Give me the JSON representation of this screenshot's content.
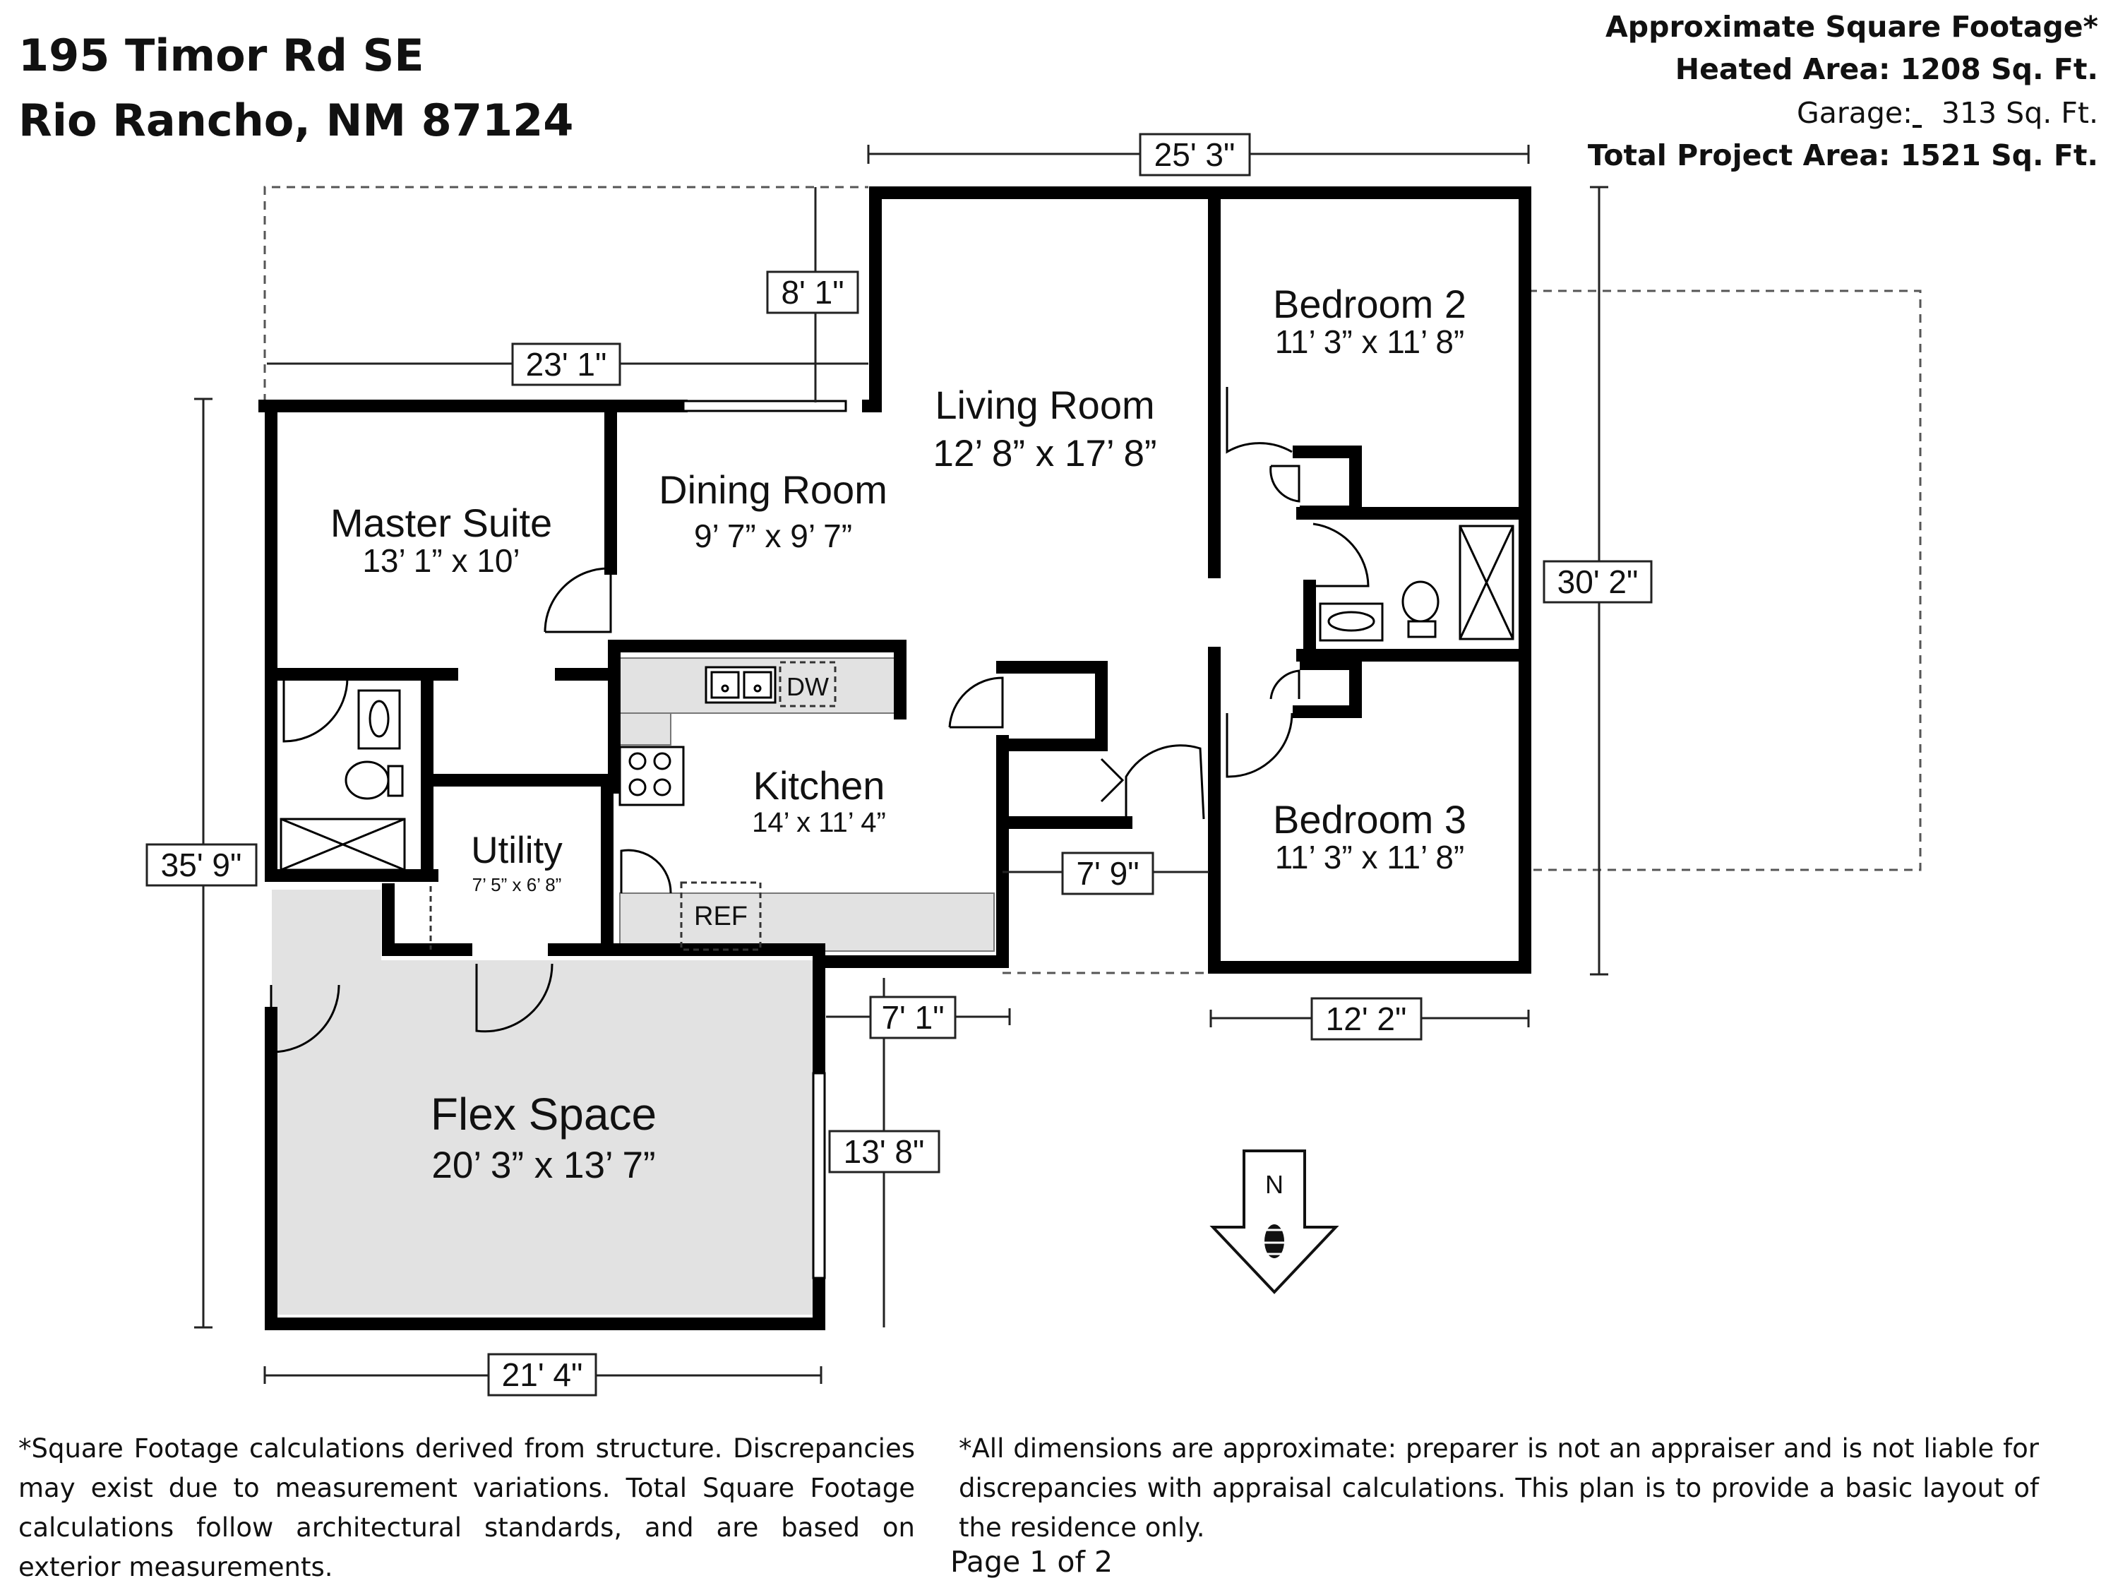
{
  "address": {
    "line1": "195 Timor Rd SE",
    "line2": "Rio Rancho, NM 87124"
  },
  "square_footage": {
    "title": "Approximate Square Footage*",
    "heated_label": "Heated Area:",
    "heated_value": "1208 Sq. Ft.",
    "garage_label": "Garage:",
    "garage_value": "313 Sq. Ft.",
    "total_label": "Total Project Area:",
    "total_value": "1521 Sq. Ft."
  },
  "rooms": {
    "living_room": {
      "name": "Living Room",
      "dims": "12’ 8” x 17’ 8”"
    },
    "dining_room": {
      "name": "Dining Room",
      "dims": "9’ 7” x 9’ 7”"
    },
    "master_suite": {
      "name": "Master Suite",
      "dims": "13’ 1” x 10’"
    },
    "bedroom2": {
      "name": "Bedroom 2",
      "dims": "11’ 3” x 11’ 8”"
    },
    "bedroom3": {
      "name": "Bedroom 3",
      "dims": "11’ 3” x 11’ 8”"
    },
    "kitchen": {
      "name": "Kitchen",
      "dims": "14’ x 11’ 4”"
    },
    "utility": {
      "name": "Utility",
      "dims": "7’ 5” x 6’ 8”"
    },
    "flex_space": {
      "name": "Flex Space",
      "dims": "20’ 3” x 13’ 7”"
    }
  },
  "fixtures": {
    "dishwasher": "DW",
    "refrigerator": "REF"
  },
  "dimensions": {
    "top_width": "25' 3\"",
    "left_notch_height": "8' 1\"",
    "left_notch_width": "23' 1\"",
    "right_height": "30' 2\"",
    "left_height": "35' 9\"",
    "entry_width": "7' 9\"",
    "flex_offset": "7' 1\"",
    "bedroom3_width": "12' 2\"",
    "flex_height": "13' 8\"",
    "flex_width": "21' 4\""
  },
  "compass": {
    "label": "N"
  },
  "notes": {
    "left": "*Square Footage calculations derived from structure. Discrepancies may exist due to measurement variations. Total Square Footage calculations follow architectural standards, and are based on exterior measurements.",
    "right": "*All dimensions are approximate: preparer is not an appraiser and is not liable for discrepancies with appraisal calculations. This plan is to provide a basic layout of the residence only.",
    "page": "Page 1 of 2"
  },
  "colors": {
    "wall": "#000000",
    "garage_fill": "#e2e2e2",
    "counter_fill": "#e2e2e2",
    "dashed": "#555555"
  }
}
